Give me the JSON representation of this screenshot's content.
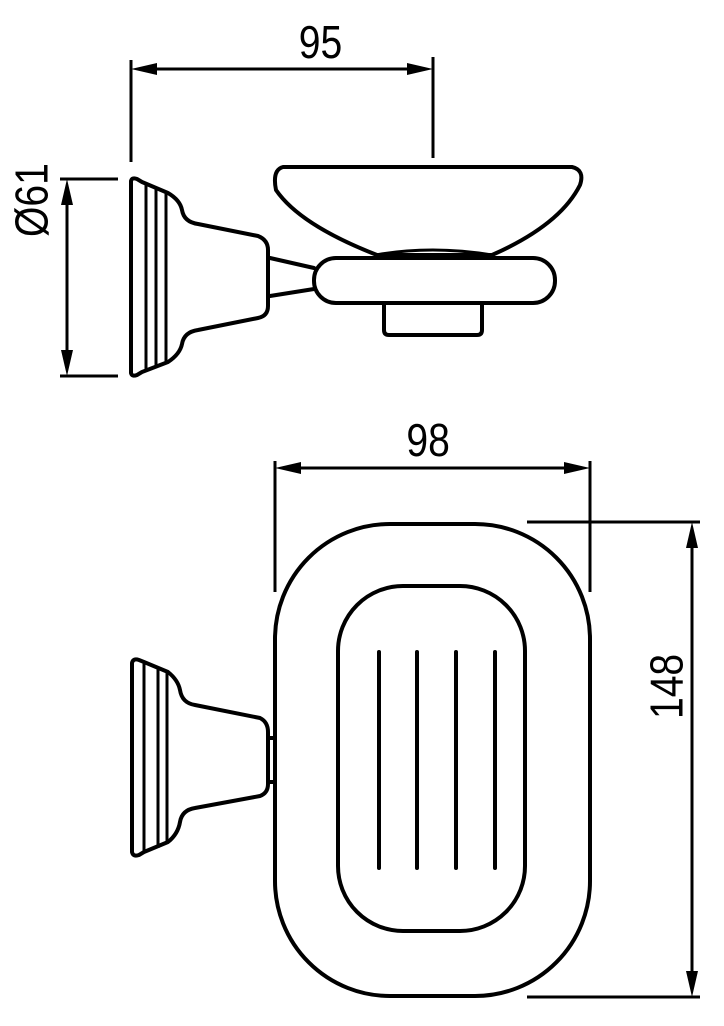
{
  "drawing": {
    "title": "Soap dish holder technical drawing",
    "line_color": "#000000",
    "background": "#ffffff",
    "views": [
      {
        "name": "side-view",
        "description": "Wall flange with arm holding soap dish bowl"
      },
      {
        "name": "front-view",
        "description": "Oval soap dish with slotted insert and wall flange"
      }
    ],
    "dimensions": {
      "side_depth": {
        "label": "95",
        "unit": "mm"
      },
      "flange_diameter": {
        "label": "Ø61",
        "unit": "mm"
      },
      "dish_width": {
        "label": "98",
        "unit": "mm"
      },
      "dish_height": {
        "label": "148",
        "unit": "mm"
      }
    },
    "slats_count": 4
  }
}
